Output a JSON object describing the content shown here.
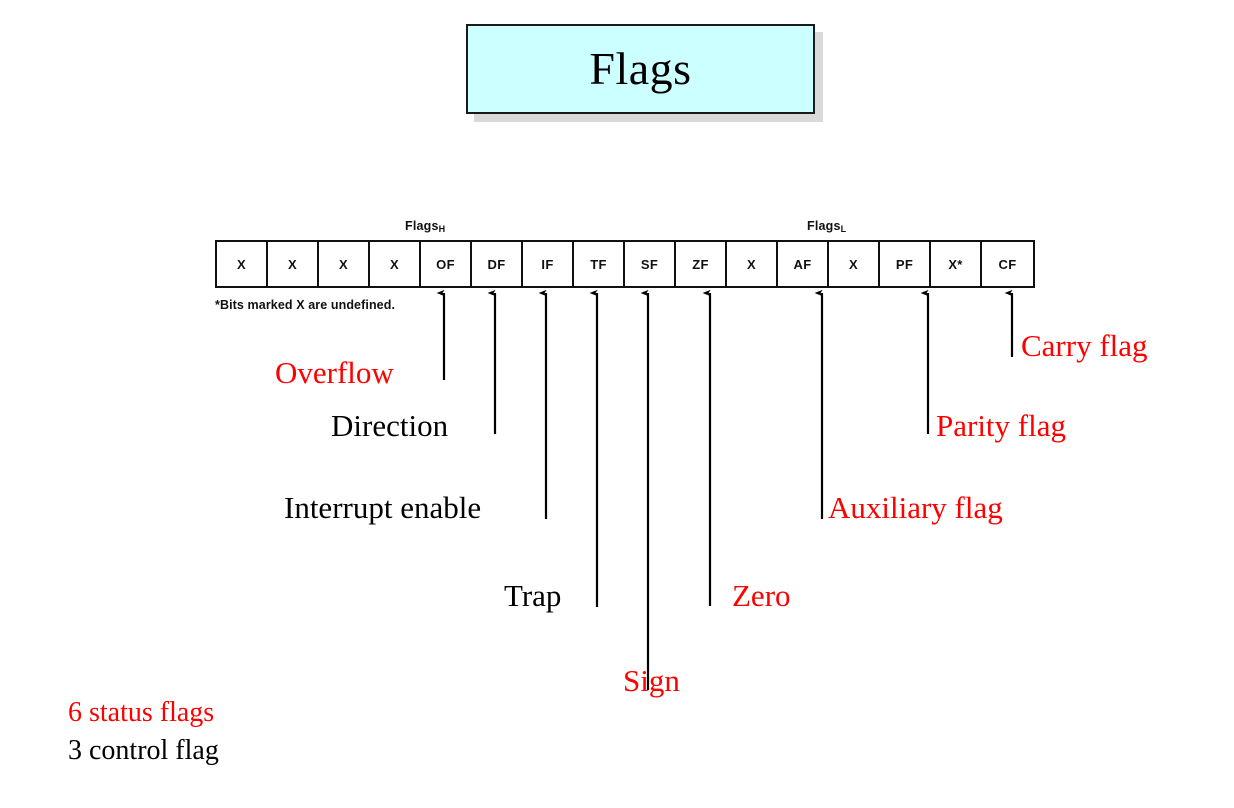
{
  "slide": {
    "title": "Flags",
    "title_box_color": "#ccffff",
    "title_border_color": "#1a1a1a",
    "shadow_color": "#d9d9d9",
    "accent_red": "#ff0000",
    "accent_black": "#000000"
  },
  "figure": {
    "group_labels": {
      "high": {
        "text": "Flags",
        "subscript": "H"
      },
      "low": {
        "text": "Flags",
        "subscript": "L"
      }
    },
    "bits": [
      {
        "index": 0,
        "label": "X"
      },
      {
        "index": 1,
        "label": "X"
      },
      {
        "index": 2,
        "label": "X"
      },
      {
        "index": 3,
        "label": "X"
      },
      {
        "index": 4,
        "label": "OF"
      },
      {
        "index": 5,
        "label": "DF"
      },
      {
        "index": 6,
        "label": "IF"
      },
      {
        "index": 7,
        "label": "TF"
      },
      {
        "index": 8,
        "label": "SF"
      },
      {
        "index": 9,
        "label": "ZF"
      },
      {
        "index": 10,
        "label": "X"
      },
      {
        "index": 11,
        "label": "AF"
      },
      {
        "index": 12,
        "label": "X"
      },
      {
        "index": 13,
        "label": "PF"
      },
      {
        "index": 14,
        "label": "X*"
      },
      {
        "index": 15,
        "label": "CF"
      }
    ],
    "footnote": "*Bits marked X are undefined."
  },
  "callouts": {
    "overflow": {
      "label": "Overflow",
      "color": "red",
      "flag": "OF"
    },
    "direction": {
      "label": "Direction",
      "color": "black",
      "flag": "DF"
    },
    "interrupt_enable": {
      "label": "Interrupt enable",
      "color": "black",
      "flag": "IF"
    },
    "trap": {
      "label": "Trap",
      "color": "black",
      "flag": "TF"
    },
    "sign": {
      "label": "Sign",
      "color": "red",
      "flag": "SF"
    },
    "zero": {
      "label": "Zero",
      "color": "red",
      "flag": "ZF"
    },
    "auxiliary": {
      "label": "Auxiliary flag",
      "color": "red",
      "flag": "AF"
    },
    "parity": {
      "label": "Parity flag",
      "color": "red",
      "flag": "PF"
    },
    "carry": {
      "label": "Carry flag",
      "color": "red",
      "flag": "CF"
    }
  },
  "summary": {
    "status_flags": "6 status flags",
    "control_flags": "3 control flag"
  }
}
